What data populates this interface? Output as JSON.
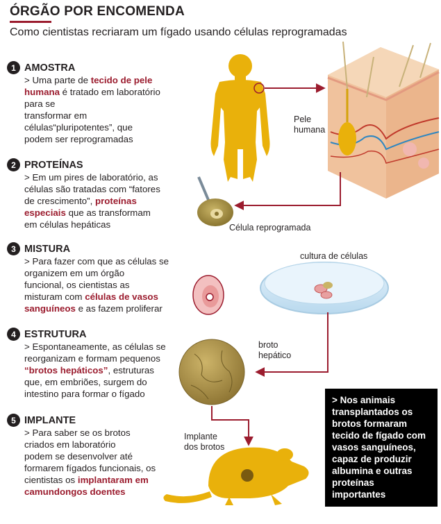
{
  "header": {
    "title": "ÓRGÃO POR ENCOMENDA",
    "subtitle": "Como cientistas recriaram um fígado usando células reprogramadas"
  },
  "steps": [
    {
      "number": "1",
      "heading": "AMOSTRA",
      "lines": [
        [
          "> Uma parte de ",
          {
            "h": "tecido de pele"
          }
        ],
        [
          {
            "h": "humana"
          },
          " é tratado em laboratório"
        ],
        [
          "para se"
        ],
        [
          "transformar em"
        ],
        [
          "células“pluripotentes”, que"
        ],
        [
          "podem ser reprogramadas"
        ]
      ]
    },
    {
      "number": "2",
      "heading": "PROTEÍNAS",
      "lines": [
        [
          "> Em um pires de laboratório, as"
        ],
        [
          "células são tratadas com “fatores"
        ],
        [
          "de crescimento”, ",
          {
            "h": "proteínas"
          }
        ],
        [
          {
            "h": "especiais"
          },
          " que as transformam"
        ],
        [
          "em células hepáticas"
        ]
      ]
    },
    {
      "number": "3",
      "heading": "MISTURA",
      "lines": [
        [
          "> Para fazer com que as células se"
        ],
        [
          "organizem em um órgão"
        ],
        [
          "funcional, os cientistas as"
        ],
        [
          "misturam com ",
          {
            "h": "células de vasos"
          }
        ],
        [
          {
            "h": "sanguíneos"
          },
          " e as fazem proliferar"
        ]
      ]
    },
    {
      "number": "4",
      "heading": "ESTRUTURA",
      "lines": [
        [
          "> Espontaneamente, as células se"
        ],
        [
          "reorganizam e formam pequenos"
        ],
        [
          {
            "h": "“brotos hepáticos”"
          },
          ", estruturas"
        ],
        [
          "que, em embriões, surgem do"
        ],
        [
          "intestino para formar o fígado"
        ]
      ]
    },
    {
      "number": "5",
      "heading": "IMPLANTE",
      "lines": [
        [
          "> Para saber se os brotos"
        ],
        [
          "criados em laboratório"
        ],
        [
          "podem se desenvolver até"
        ],
        [
          "formarem fígados funcionais, os"
        ],
        [
          "cientistas os ",
          {
            "h": "implantaram em"
          }
        ],
        [
          {
            "h": "camundongos doentes"
          }
        ]
      ]
    }
  ],
  "labels": {
    "pele_humana": [
      "Pele",
      "humana"
    ],
    "celula_reprogramada": "Célula reprogramada",
    "cultura_celulas": "cultura de células",
    "broto_hepatico": [
      "broto",
      "hepático"
    ],
    "implante_brotos": [
      "Implante",
      "dos brotos"
    ]
  },
  "callout": {
    "lines": [
      "> Nos animais",
      "transplantados os",
      "brotos formaram",
      "tecido de fígado com",
      "vasos sanguíneos,",
      "capaz de produzir",
      "albumina e outras",
      "proteínas",
      "importantes"
    ]
  },
  "colors": {
    "accent": "#9b1c2e",
    "figure_yellow": "#e9b10b",
    "cell_olive": "#9c8a3c",
    "dish_blue": "#cfe6f5",
    "callout_bg": "#000000"
  }
}
